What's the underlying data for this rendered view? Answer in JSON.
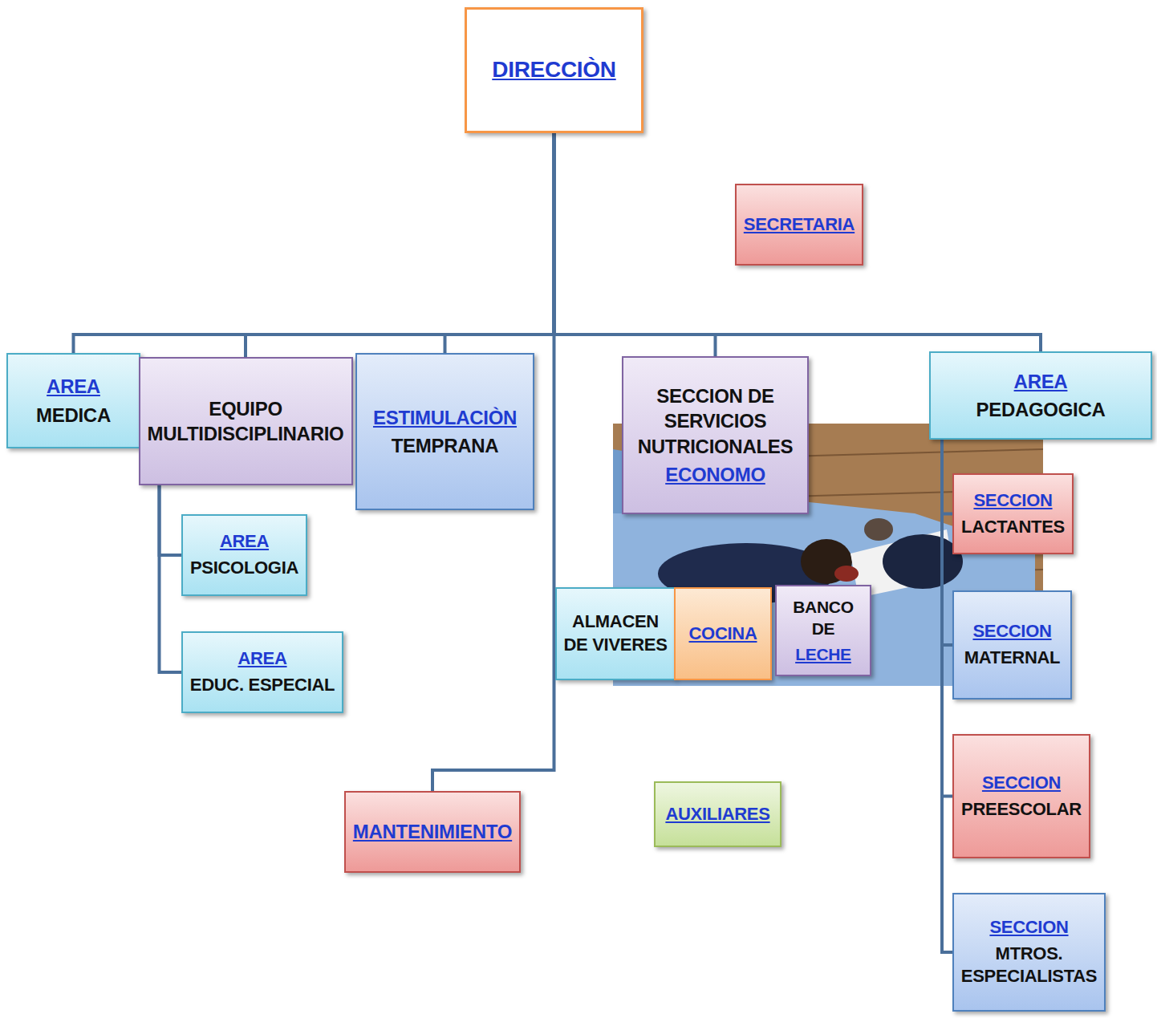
{
  "diagram": {
    "nodes": [
      {
        "text": [
          "DIRECCIÒN"
        ]
      },
      {
        "text": [
          "SECRETARIA"
        ]
      },
      {
        "text": [
          "AREA",
          "MEDICA"
        ]
      },
      {
        "text": [
          "EQUIPO MULTIDISCIPLINARIO"
        ]
      },
      {
        "text": [
          "ESTIMULACIÒN",
          "TEMPRANA"
        ]
      },
      {
        "text": [
          "SECCION DE SERVICIOS NUTRICIONALES",
          "ECONOMO"
        ]
      },
      {
        "text": [
          "AREA",
          "PEDAGOGICA"
        ]
      },
      {
        "text": [
          "AREA",
          "PSICOLOGIA"
        ]
      },
      {
        "text": [
          "AREA",
          "EDUC. ESPECIAL"
        ]
      },
      {
        "text": [
          "ALMACEN DE VIVERES"
        ]
      },
      {
        "text": [
          "COCINA"
        ]
      },
      {
        "text": [
          "BANCO DE",
          "LECHE"
        ]
      },
      {
        "text": [
          "SECCION",
          "LACTANTES"
        ]
      },
      {
        "text": [
          "SECCION",
          "MATERNAL"
        ]
      },
      {
        "text": [
          "MANTENIMIENTO"
        ]
      },
      {
        "text": [
          "AUXILIARES"
        ]
      },
      {
        "text": [
          "SECCION",
          "PREESCOLAR"
        ]
      },
      {
        "text": [
          "SECCION",
          "MTROS. ESPECIALISTAS"
        ]
      }
    ],
    "edges": [
      {
        "from": 0,
        "to": 2,
        "arrow": "none"
      },
      {
        "from": 0,
        "to": 3,
        "arrow": "none"
      },
      {
        "from": 0,
        "to": 4,
        "arrow": "none"
      },
      {
        "from": 0,
        "to": 5,
        "arrow": "none"
      },
      {
        "from": 0,
        "to": 6,
        "arrow": "none"
      },
      {
        "from": 3,
        "to": 7,
        "arrow": "none"
      },
      {
        "from": 3,
        "to": 8,
        "arrow": "none"
      },
      {
        "from": 0,
        "to": 14,
        "arrow": "none"
      },
      {
        "from": 6,
        "to": 12,
        "arrow": "none"
      },
      {
        "from": 6,
        "to": 13,
        "arrow": "none"
      },
      {
        "from": 6,
        "to": 16,
        "arrow": "none"
      },
      {
        "from": 6,
        "to": 17,
        "arrow": "none"
      }
    ]
  }
}
